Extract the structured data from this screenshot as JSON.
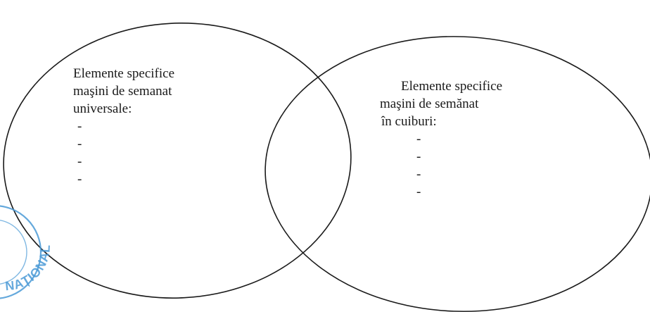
{
  "left_set": {
    "title_lines": [
      "Elemente specifice",
      "maşini de semanat",
      "universale:"
    ],
    "items": [
      "-",
      "-",
      "-",
      "-"
    ]
  },
  "right_set": {
    "title_lines": [
      "Elemente specifice",
      "maşini de semănat",
      " în cuiburi:"
    ],
    "items": [
      "-",
      "-",
      "-",
      "-"
    ]
  },
  "stamp": {
    "text": "NAȚIONAL",
    "color": "#4a9ad6"
  },
  "colors": {
    "outline": "#1a1a1a",
    "background": "#ffffff"
  }
}
